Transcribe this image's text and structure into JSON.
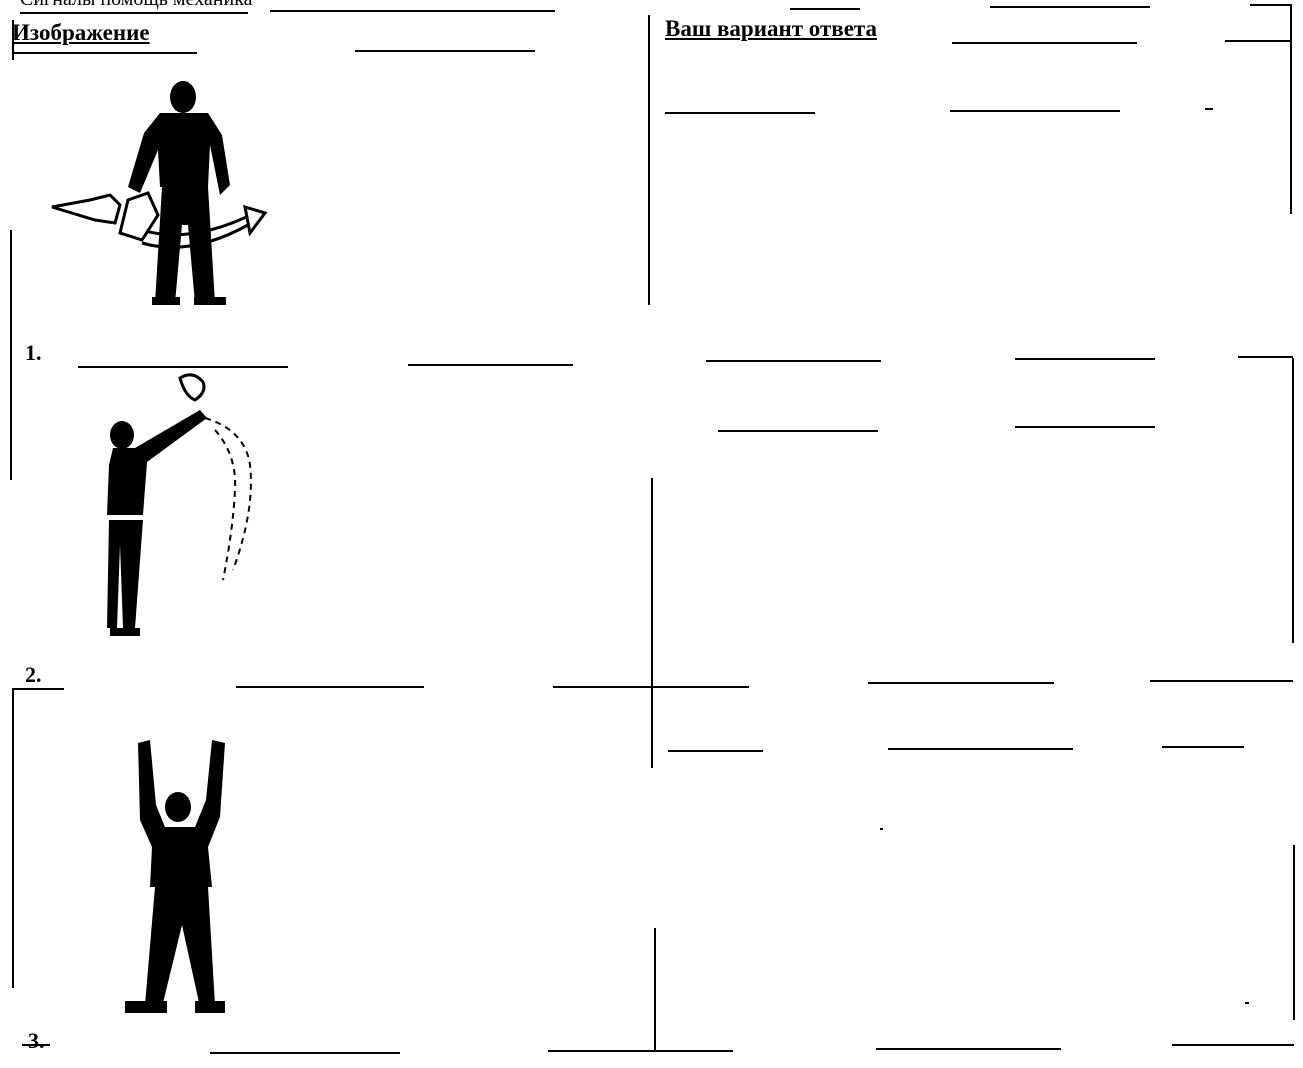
{
  "document": {
    "cut_caption": "Сигналы помощь механика",
    "headers": {
      "image_column": "Изображение",
      "answer_column": "Ваш вариант ответа"
    },
    "rows": [
      {
        "number": "1.",
        "icon": "signal-swing-flag-figure-icon"
      },
      {
        "number": "2.",
        "icon": "signal-wave-arm-figure-icon"
      },
      {
        "number": "3.",
        "icon": "signal-arms-raised-figure-icon"
      }
    ]
  }
}
